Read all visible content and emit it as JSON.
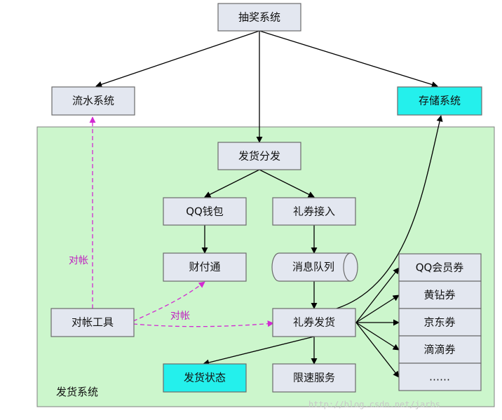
{
  "colors": {
    "panel_fill": "#ccf6cc",
    "panel_border": "#7f7f7f",
    "box_fill": "#e3e7f0",
    "box_fill_cyan": "#24f0ec",
    "box_border": "#6b6b6b",
    "arrow": "#000000",
    "dashed_arrow": "#d22ad2",
    "dashed_label": "#c020c0"
  },
  "group": {
    "label": "发货系统"
  },
  "nodes": {
    "lottery": "抽奖系统",
    "flow": "流水系统",
    "storage": "存储系统",
    "dispatch": "发货分发",
    "qqwallet": "QQ钱包",
    "coupon_in": "礼券接入",
    "tenpay": "财付通",
    "mq": "消息队列",
    "reconcile": "对帐工具",
    "coupon_ship": "礼券发货",
    "ship_status": "发货状态",
    "ratelimit": "限速服务",
    "list_qqvip": "QQ会员券",
    "list_yellow": "黄钻券",
    "list_jd": "京东券",
    "list_didi": "滴滴券",
    "list_more": "……"
  },
  "edge_labels": {
    "reconcile_up": "对帐",
    "reconcile_right": "对帐"
  },
  "watermark": "http://blog.csdn.net/jarbs"
}
